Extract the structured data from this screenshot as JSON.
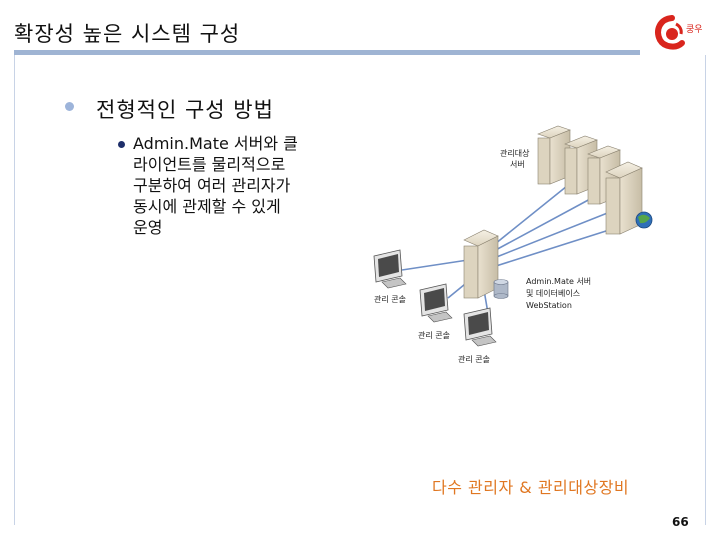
{
  "slide": {
    "title": "확장성 높은 시스템 구성",
    "heading": "전형적인 구성 방법",
    "body_lines": [
      "Admin.Mate 서버와 클",
      "라이언트를 물리적으로",
      "구분하여 여러 관리자가",
      "동시에 관제할 수 있게",
      "운영"
    ],
    "caption": "다수 관리자 & 관리대상장비",
    "page_number": "66"
  },
  "diagram": {
    "managed_servers_label": [
      "관리대상",
      "서버"
    ],
    "admin_server_label": [
      "Admin.Mate 서버",
      "및 데이터베이스",
      "WebStation"
    ],
    "console_labels": [
      "관리 콘솔",
      "관리 콘솔",
      "관리 콘솔"
    ]
  },
  "logo": {
    "text": "쿵우"
  },
  "colors": {
    "accent_bar": "#9fb4d3",
    "caption": "#e07722",
    "bullet_level1": "#9db4da",
    "bullet_level2": "#1e2f6a",
    "link_line": "#6f8fc6",
    "logo_red": "#d9251d"
  }
}
